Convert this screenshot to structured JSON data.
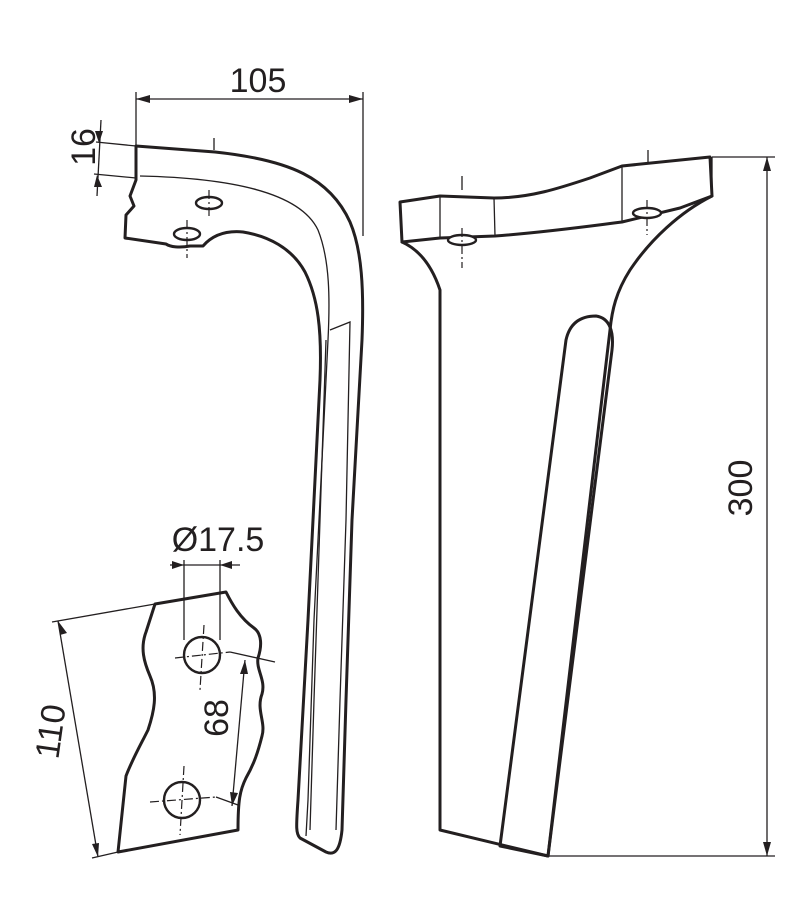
{
  "dimensions": {
    "width_top": "105",
    "flange_thickness": "16",
    "height": "300",
    "hole_diameter": "Ø17.5",
    "hole_spacing": "68",
    "plate_width": "110"
  },
  "colors": {
    "line": "#231f20",
    "background": "#ffffff"
  }
}
